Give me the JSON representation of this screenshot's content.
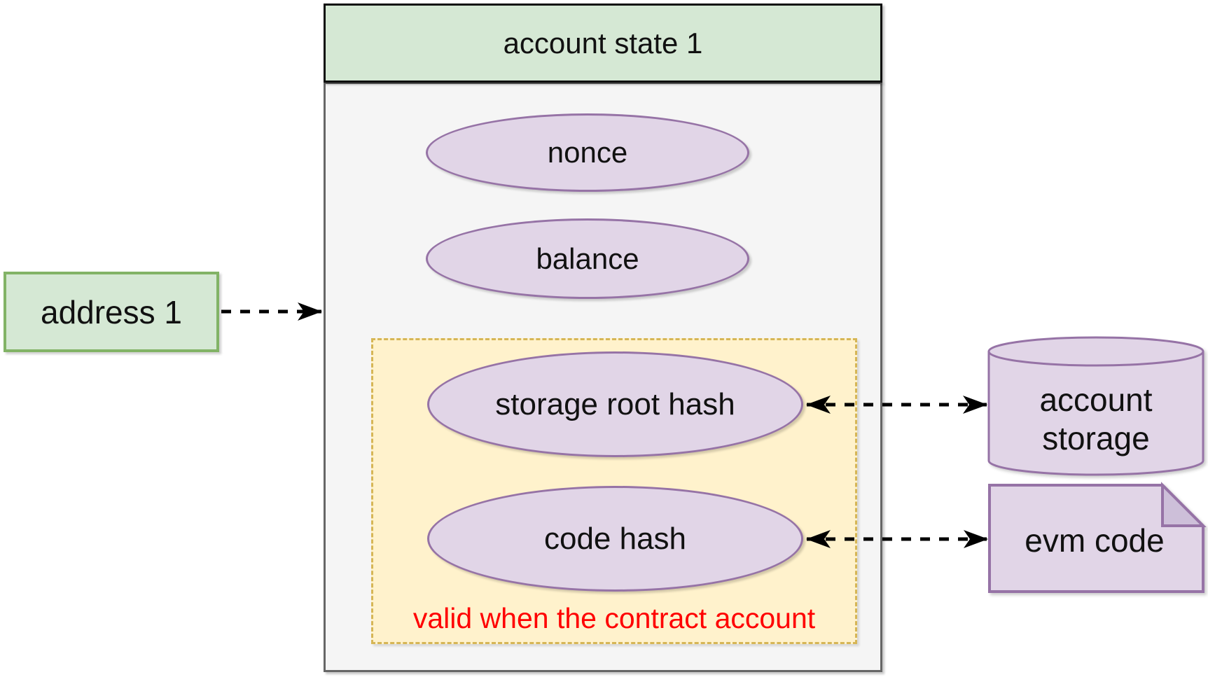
{
  "diagram": {
    "account_state": {
      "title": "account state 1"
    },
    "address": {
      "label": "address 1"
    },
    "nonce": {
      "label": "nonce"
    },
    "balance": {
      "label": "balance"
    },
    "storage_root_hash": {
      "label": "storage root hash"
    },
    "code_hash": {
      "label": "code hash"
    },
    "contract_validity_note": {
      "label": "valid when the contract account"
    },
    "account_storage": {
      "line1": "account",
      "line2": "storage"
    },
    "evm_code": {
      "label": "evm code"
    },
    "colors": {
      "green_fill": "#d5e8d4",
      "green_border": "#82b366",
      "purple_fill": "#e1d5e7",
      "purple_border": "#9673a6",
      "yellow_fill": "#fff2cc",
      "yellow_border": "#d6b656",
      "container_fill": "#f5f5f5",
      "container_border": "#666666",
      "header_border": "#000000",
      "validity_text": "#ff0000",
      "arrow": "#000000"
    }
  }
}
